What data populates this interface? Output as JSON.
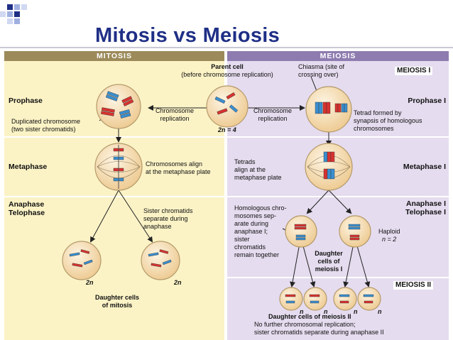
{
  "slide": {
    "title": "Mitosis vs Meiosis"
  },
  "colors": {
    "title": "#1f2f86",
    "mitosis_bg": "#fbf3c6",
    "mitosis_header": "#9c8a5a",
    "meiosis_bg": "#e5dcef",
    "meiosis_header": "#8e7cb0",
    "chromosome_red": "#d8322f",
    "chromosome_blue": "#3a8fd0",
    "cell_fill": "#f2d7a3"
  },
  "headers": {
    "mitosis": "MITOSIS",
    "meiosis": "MEIOSIS"
  },
  "parent": {
    "title": "Parent cell",
    "subtitle": "(before chromosome replication)",
    "ploidy": "2n = 4"
  },
  "chiasma": {
    "line1": "Chiasma (site of",
    "line2": "crossing over)"
  },
  "meiosis_labels": {
    "meiosis1": "MEIOSIS I",
    "meiosis2": "MEIOSIS II"
  },
  "replication": {
    "left": {
      "line1": "Chromosome",
      "line2": "replication"
    },
    "right": {
      "line1": "Chromosome",
      "line2": "replication"
    }
  },
  "stages": {
    "prophase": "Prophase",
    "metaphase": "Metaphase",
    "anaphase": "Anaphase",
    "telophase": "Telophase",
    "prophase1": "Prophase I",
    "metaphase1": "Metaphase I",
    "anaphase1": "Anaphase I",
    "telophase1": "Telophase I"
  },
  "mitosis_notes": {
    "duplicated1": "Duplicated chromosome",
    "duplicated2": "(two sister chromatids)",
    "align1": "Chromosomes align",
    "align2": "at the metaphase plate",
    "sister1": "Sister chromatids",
    "sister2": "separate during",
    "sister3": "anaphase",
    "ploidy_left": "2n",
    "ploidy_right": "2n",
    "daughter1": "Daughter cells",
    "daughter2": "of mitosis"
  },
  "meiosis_notes": {
    "tetrad1": "Tetrad formed by",
    "tetrad2": "synapsis of homologous",
    "tetrad3": "chromosomes",
    "tetrads1": "Tetrads",
    "tetrads2": "align at the",
    "tetrads3": "metaphase plate",
    "homol1": "Homologous chro-",
    "homol2": "mosomes sep-",
    "homol3": "arate during",
    "homol4": "anaphase I;",
    "homol5": "sister",
    "homol6": "chromatids",
    "homol7": "remain together",
    "haploid1": "Haploid",
    "haploid2": "n = 2",
    "daughter1": "Daughter",
    "daughter2": "cells of",
    "daughter3": "meiosis I",
    "n_labels": [
      "n",
      "n",
      "n",
      "n"
    ],
    "final1": "Daughter cells of meiosis II",
    "final2": "No further chromosomal replication;",
    "final3": "sister chromatids separate during anaphase II"
  }
}
